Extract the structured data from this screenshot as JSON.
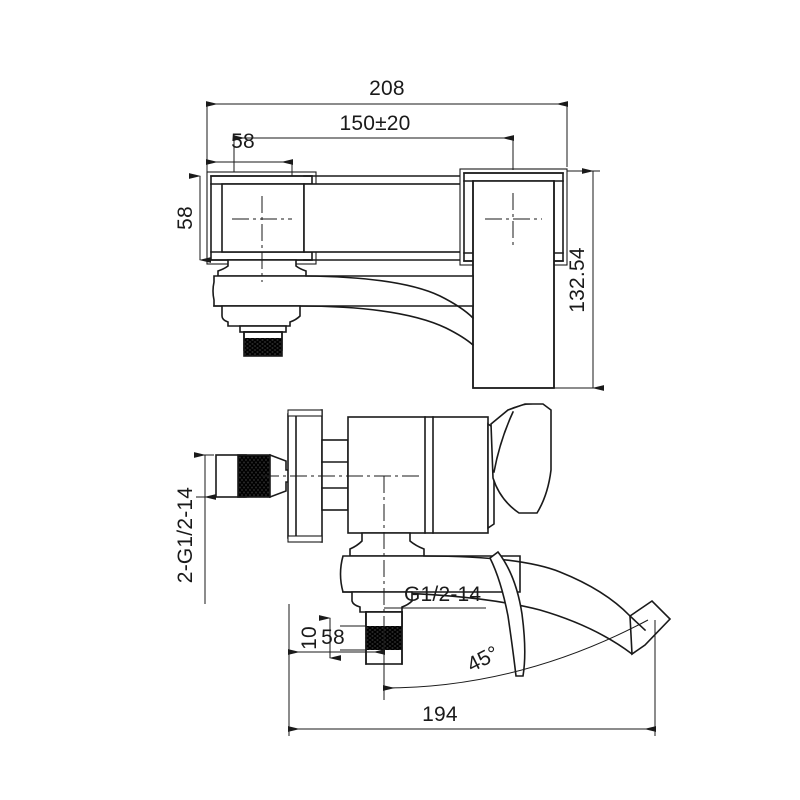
{
  "drawing": {
    "title": "Wall-mounted single-lever bath/shower mixer faucet",
    "type": "engineering-dimension-drawing",
    "units": "mm",
    "line_color": "#1a1a1a",
    "background_color": "#ffffff",
    "views": [
      {
        "id": "top-view",
        "label": "",
        "position": "upper"
      },
      {
        "id": "front-view",
        "label": "",
        "position": "lower"
      }
    ]
  },
  "dimensions": {
    "top_view": {
      "overall_width": "208",
      "center_distance": "150±20",
      "inlet_offset": "58",
      "body_height": "58",
      "depth": "132.54"
    },
    "front_view": {
      "inlet_thread": "2-G1/2-14",
      "outlet_thread": "G1/2-14",
      "thread_length": "10",
      "inlet_offset": "58",
      "spout_angle": "45°",
      "overall_length": "194"
    }
  },
  "labels": {
    "d208": "208",
    "d150": "150±20",
    "d58_top": "58",
    "d58_left": "58",
    "d132": "132.54",
    "d2g12": "2-G1/2-14",
    "d10": "10",
    "dg12": "G1/2-14",
    "d58_bottom": "58",
    "d45": "45°",
    "d194": "194"
  }
}
